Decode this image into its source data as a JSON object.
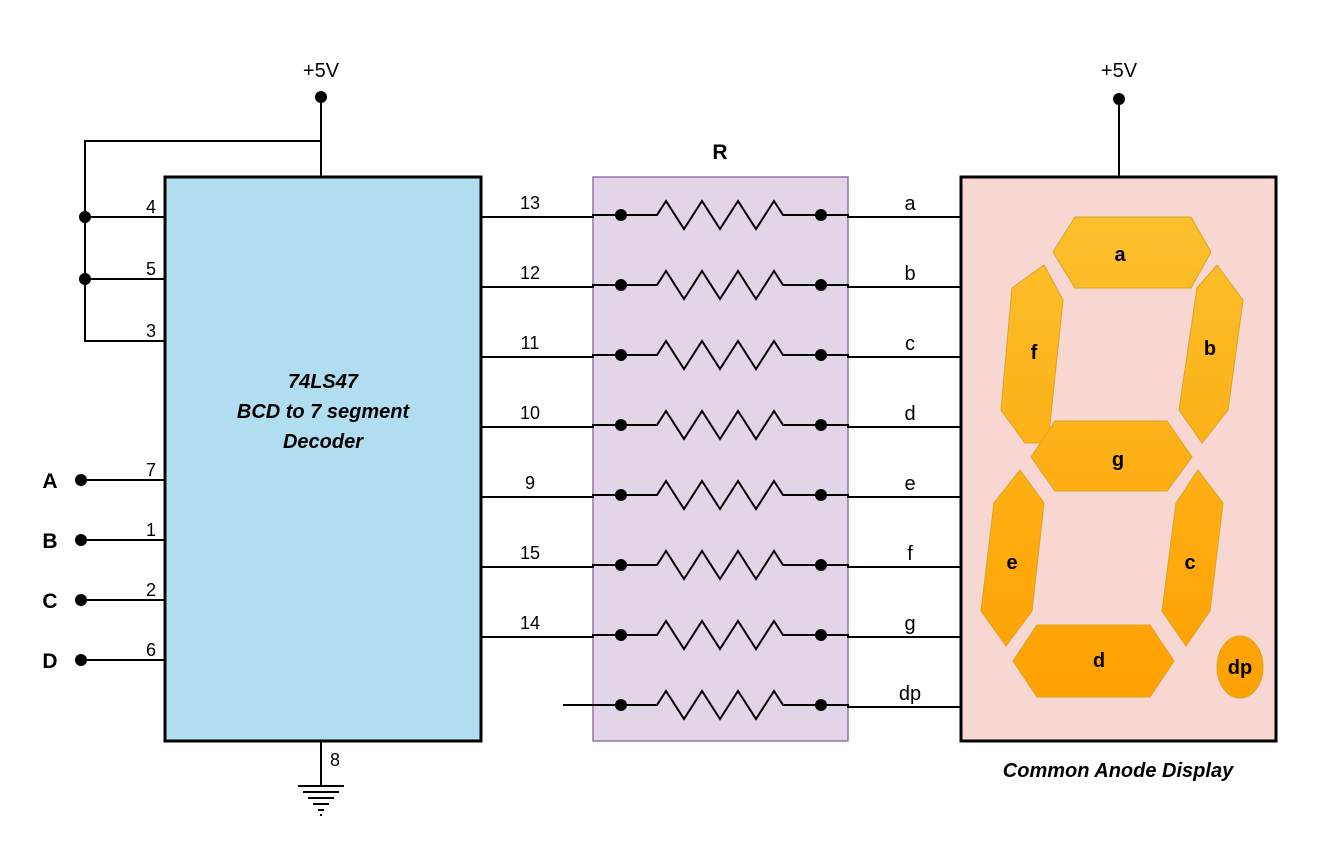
{
  "supply": {
    "left_label": "+5V",
    "right_label": "+5V"
  },
  "decoder": {
    "title_line1": "74LS47",
    "title_line2": "BCD to 7 segment",
    "title_line3": "Decoder",
    "fill": "#b0ddef",
    "tied_pins": [
      "4",
      "5",
      "3"
    ],
    "inputs": [
      {
        "name": "A",
        "pin": "7"
      },
      {
        "name": "B",
        "pin": "1"
      },
      {
        "name": "C",
        "pin": "2"
      },
      {
        "name": "D",
        "pin": "6"
      }
    ],
    "ground_pin": "8",
    "output_pins": [
      "13",
      "12",
      "11",
      "10",
      "9",
      "15",
      "14"
    ]
  },
  "resistor_network": {
    "label": "R",
    "fill": "#e1d5e7",
    "count": 8
  },
  "segment_signals": [
    "a",
    "b",
    "c",
    "d",
    "e",
    "f",
    "g",
    "dp"
  ],
  "display": {
    "caption": "Common Anode Display",
    "fill": "#f8d7d2",
    "segment_labels": {
      "a": "a",
      "b": "b",
      "c": "c",
      "d": "d",
      "e": "e",
      "f": "f",
      "g": "g",
      "dp": "dp"
    },
    "segment_color_top": "#fbc02d",
    "segment_color_bottom": "#ffa000"
  }
}
